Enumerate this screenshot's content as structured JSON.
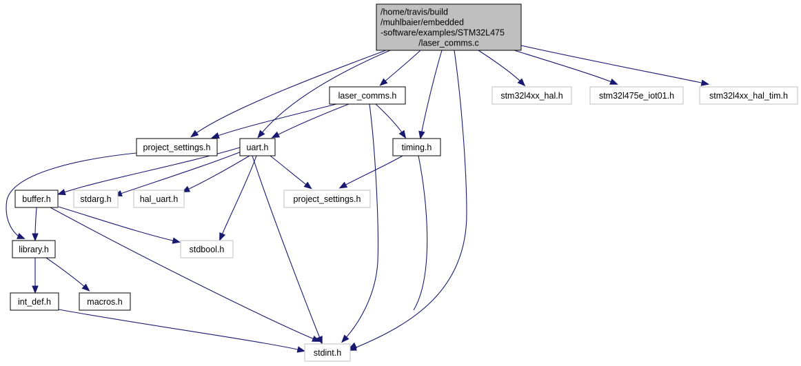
{
  "diagram": {
    "type": "include-dependency-graph",
    "colors": {
      "edge": "#191970",
      "root_fill": "#bfbfbf",
      "primary_border": "#000000",
      "external_border": "#bfbfbf"
    },
    "nodes": [
      {
        "id": "root",
        "kind": "root",
        "label_lines": [
          "/home/travis/build",
          "/muhlbaier/embedded",
          "-software/examples/STM32L475",
          "/laser_comms.c"
        ]
      },
      {
        "id": "laser_comms_h",
        "kind": "primary",
        "label_lines": [
          "laser_comms.h"
        ]
      },
      {
        "id": "stm32l4xx_hal_h",
        "kind": "external",
        "label_lines": [
          "stm32l4xx_hal.h"
        ]
      },
      {
        "id": "stm32l475e_iot01_h",
        "kind": "external",
        "label_lines": [
          "stm32l475e_iot01.h"
        ]
      },
      {
        "id": "stm32l4xx_hal_tim_h",
        "kind": "external",
        "label_lines": [
          "stm32l4xx_hal_tim.h"
        ]
      },
      {
        "id": "project_settings_h",
        "kind": "primary",
        "label_lines": [
          "project_settings.h"
        ]
      },
      {
        "id": "uart_h",
        "kind": "primary",
        "label_lines": [
          "uart.h"
        ]
      },
      {
        "id": "timing_h",
        "kind": "primary",
        "label_lines": [
          "timing.h"
        ]
      },
      {
        "id": "buffer_h",
        "kind": "primary",
        "label_lines": [
          "buffer.h"
        ]
      },
      {
        "id": "stdarg_h",
        "kind": "external",
        "label_lines": [
          "stdarg.h"
        ]
      },
      {
        "id": "hal_uart_h",
        "kind": "external",
        "label_lines": [
          "hal_uart.h"
        ]
      },
      {
        "id": "project_settings_h_ext",
        "kind": "external",
        "label_lines": [
          "project_settings.h"
        ]
      },
      {
        "id": "library_h",
        "kind": "primary",
        "label_lines": [
          "library.h"
        ]
      },
      {
        "id": "stdbool_h",
        "kind": "external",
        "label_lines": [
          "stdbool.h"
        ]
      },
      {
        "id": "int_def_h",
        "kind": "primary",
        "label_lines": [
          "int_def.h"
        ]
      },
      {
        "id": "macros_h",
        "kind": "primary",
        "label_lines": [
          "macros.h"
        ]
      },
      {
        "id": "stdint_h",
        "kind": "external",
        "label_lines": [
          "stdint.h"
        ]
      }
    ],
    "edges": [
      {
        "from": "root",
        "to": "laser_comms_h"
      },
      {
        "from": "root",
        "to": "project_settings_h"
      },
      {
        "from": "root",
        "to": "uart_h"
      },
      {
        "from": "root",
        "to": "timing_h"
      },
      {
        "from": "root",
        "to": "stdint_h"
      },
      {
        "from": "root",
        "to": "stm32l4xx_hal_h"
      },
      {
        "from": "root",
        "to": "stm32l475e_iot01_h"
      },
      {
        "from": "root",
        "to": "stm32l4xx_hal_tim_h"
      },
      {
        "from": "laser_comms_h",
        "to": "project_settings_h"
      },
      {
        "from": "laser_comms_h",
        "to": "uart_h"
      },
      {
        "from": "laser_comms_h",
        "to": "timing_h"
      },
      {
        "from": "laser_comms_h",
        "to": "stdint_h"
      },
      {
        "from": "project_settings_h",
        "to": "library_h"
      },
      {
        "from": "uart_h",
        "to": "buffer_h"
      },
      {
        "from": "uart_h",
        "to": "stdarg_h"
      },
      {
        "from": "uart_h",
        "to": "hal_uart_h"
      },
      {
        "from": "uart_h",
        "to": "project_settings_h_ext"
      },
      {
        "from": "uart_h",
        "to": "stdbool_h"
      },
      {
        "from": "uart_h",
        "to": "stdint_h"
      },
      {
        "from": "timing_h",
        "to": "project_settings_h_ext"
      },
      {
        "from": "timing_h",
        "to": "stdint_h"
      },
      {
        "from": "buffer_h",
        "to": "library_h"
      },
      {
        "from": "buffer_h",
        "to": "stdbool_h"
      },
      {
        "from": "buffer_h",
        "to": "stdint_h"
      },
      {
        "from": "library_h",
        "to": "int_def_h"
      },
      {
        "from": "library_h",
        "to": "macros_h"
      },
      {
        "from": "int_def_h",
        "to": "stdint_h"
      }
    ]
  }
}
